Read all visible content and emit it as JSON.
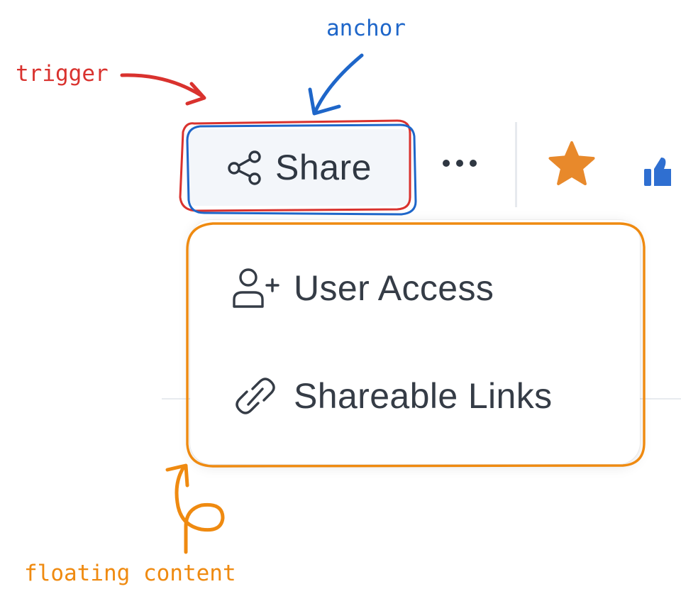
{
  "toolbar": {
    "share_label": "Share",
    "more_icon": "more-horizontal-icon",
    "share_icon": "share-nodes-icon",
    "star_icon": "star-icon",
    "star_color": "#e8892b",
    "partial_icon_color": "#2f6fd1"
  },
  "menu": {
    "items": [
      {
        "label": "User Access",
        "icon": "user-plus-icon"
      },
      {
        "label": "Shareable Links",
        "icon": "link-icon"
      }
    ]
  },
  "annotations": {
    "anchor": {
      "text": "anchor",
      "color": "#1e66c9"
    },
    "trigger": {
      "text": "trigger",
      "color": "#d9322e"
    },
    "floating_content": {
      "text": "floating content",
      "color": "#ef8a10"
    }
  }
}
